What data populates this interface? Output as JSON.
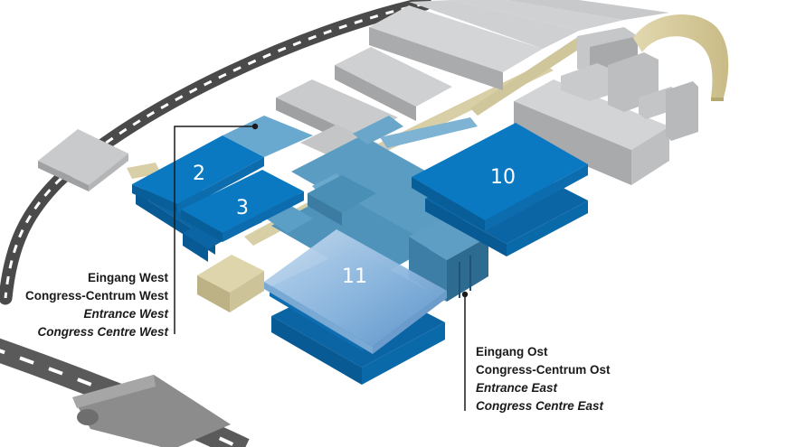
{
  "halls": {
    "hall_2": "2",
    "hall_3": "3",
    "hall_10": "10",
    "hall_11": "11"
  },
  "entrance_west": {
    "line1": "Eingang West",
    "line2": "Congress-Centrum West",
    "line3": "Entrance West",
    "line4": "Congress Centre West"
  },
  "entrance_east": {
    "line1": "Eingang Ost",
    "line2": "Congress-Centrum Ost",
    "line3": "Entrance East",
    "line4": "Congress Centre East"
  },
  "colors": {
    "hall_blue": "#0a79c2",
    "hall_blue_side": "#075e98",
    "connector_blue": "#4a8fb5",
    "walkway_beige": "#d8cfa6",
    "building_grey": "#c2c4c6",
    "track_dark": "#444444"
  }
}
